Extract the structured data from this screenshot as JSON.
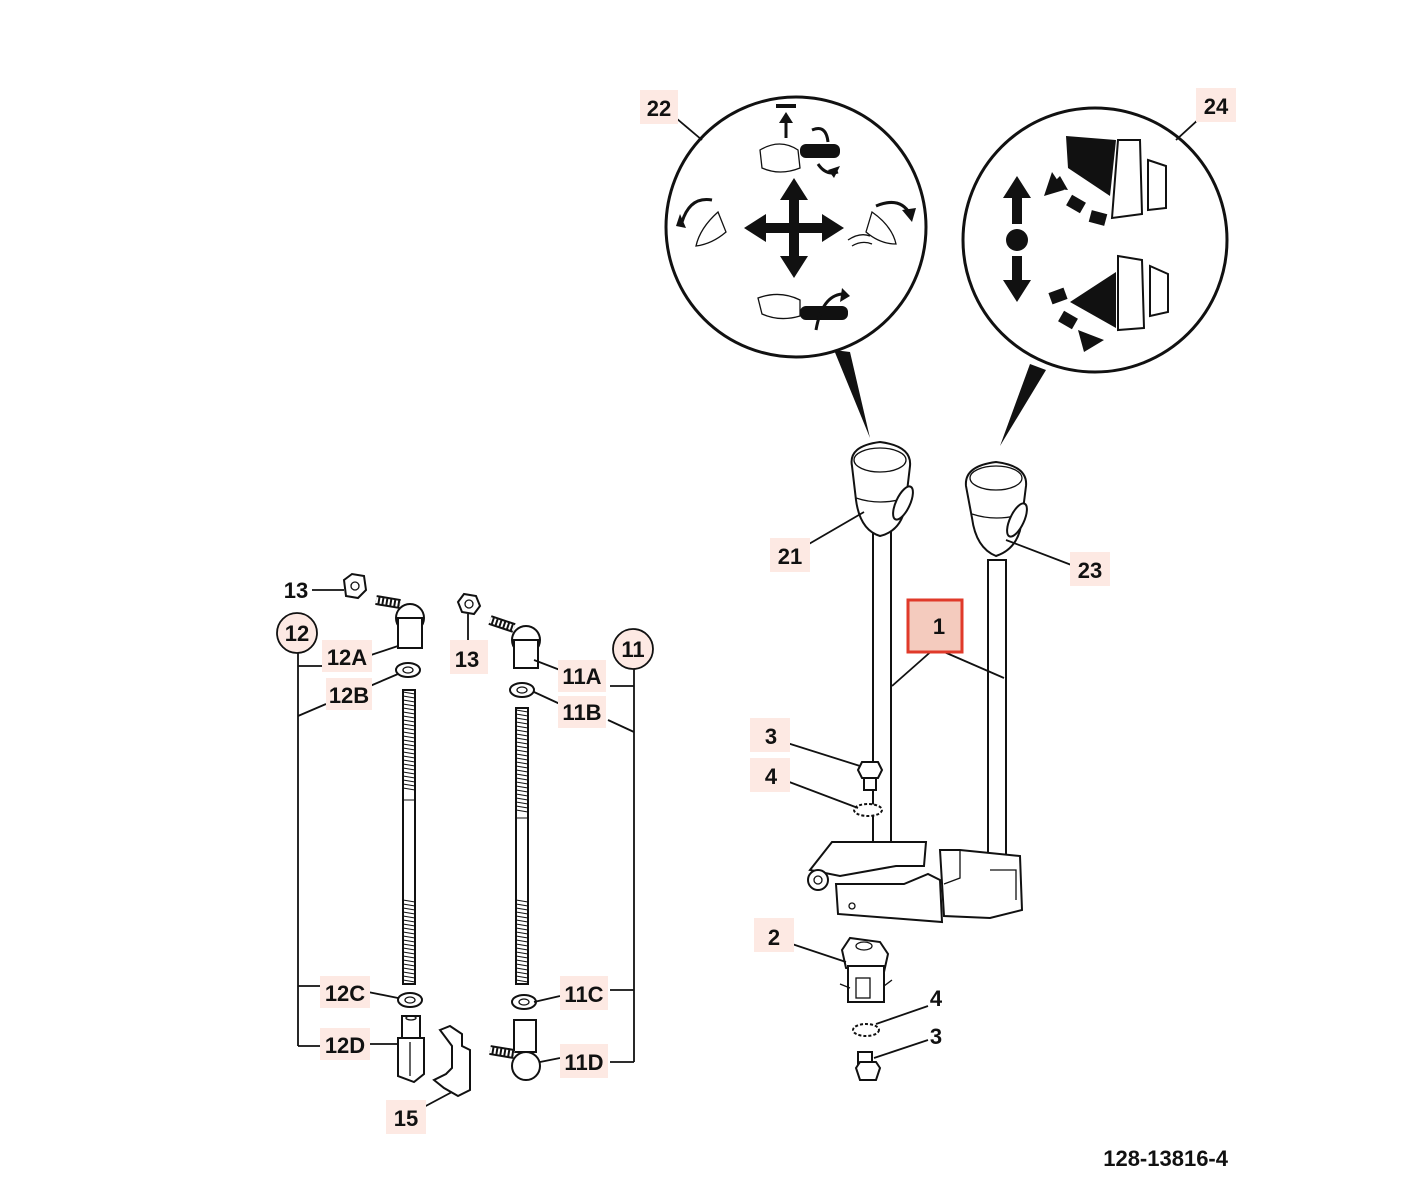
{
  "drawing_number": "128-13816-4",
  "selected_callout": "1",
  "callouts": {
    "c1": "1",
    "c2": "2",
    "c3a": "3",
    "c3b": "3",
    "c4a": "4",
    "c4b": "4",
    "c11": "11",
    "c11A": "11A",
    "c11B": "11B",
    "c11C": "11C",
    "c11D": "11D",
    "c12": "12",
    "c12A": "12A",
    "c12B": "12B",
    "c12C": "12C",
    "c12D": "12D",
    "c13a": "13",
    "c13b": "13",
    "c15": "15",
    "c21": "21",
    "c22": "22",
    "c23": "23",
    "c24": "24"
  }
}
